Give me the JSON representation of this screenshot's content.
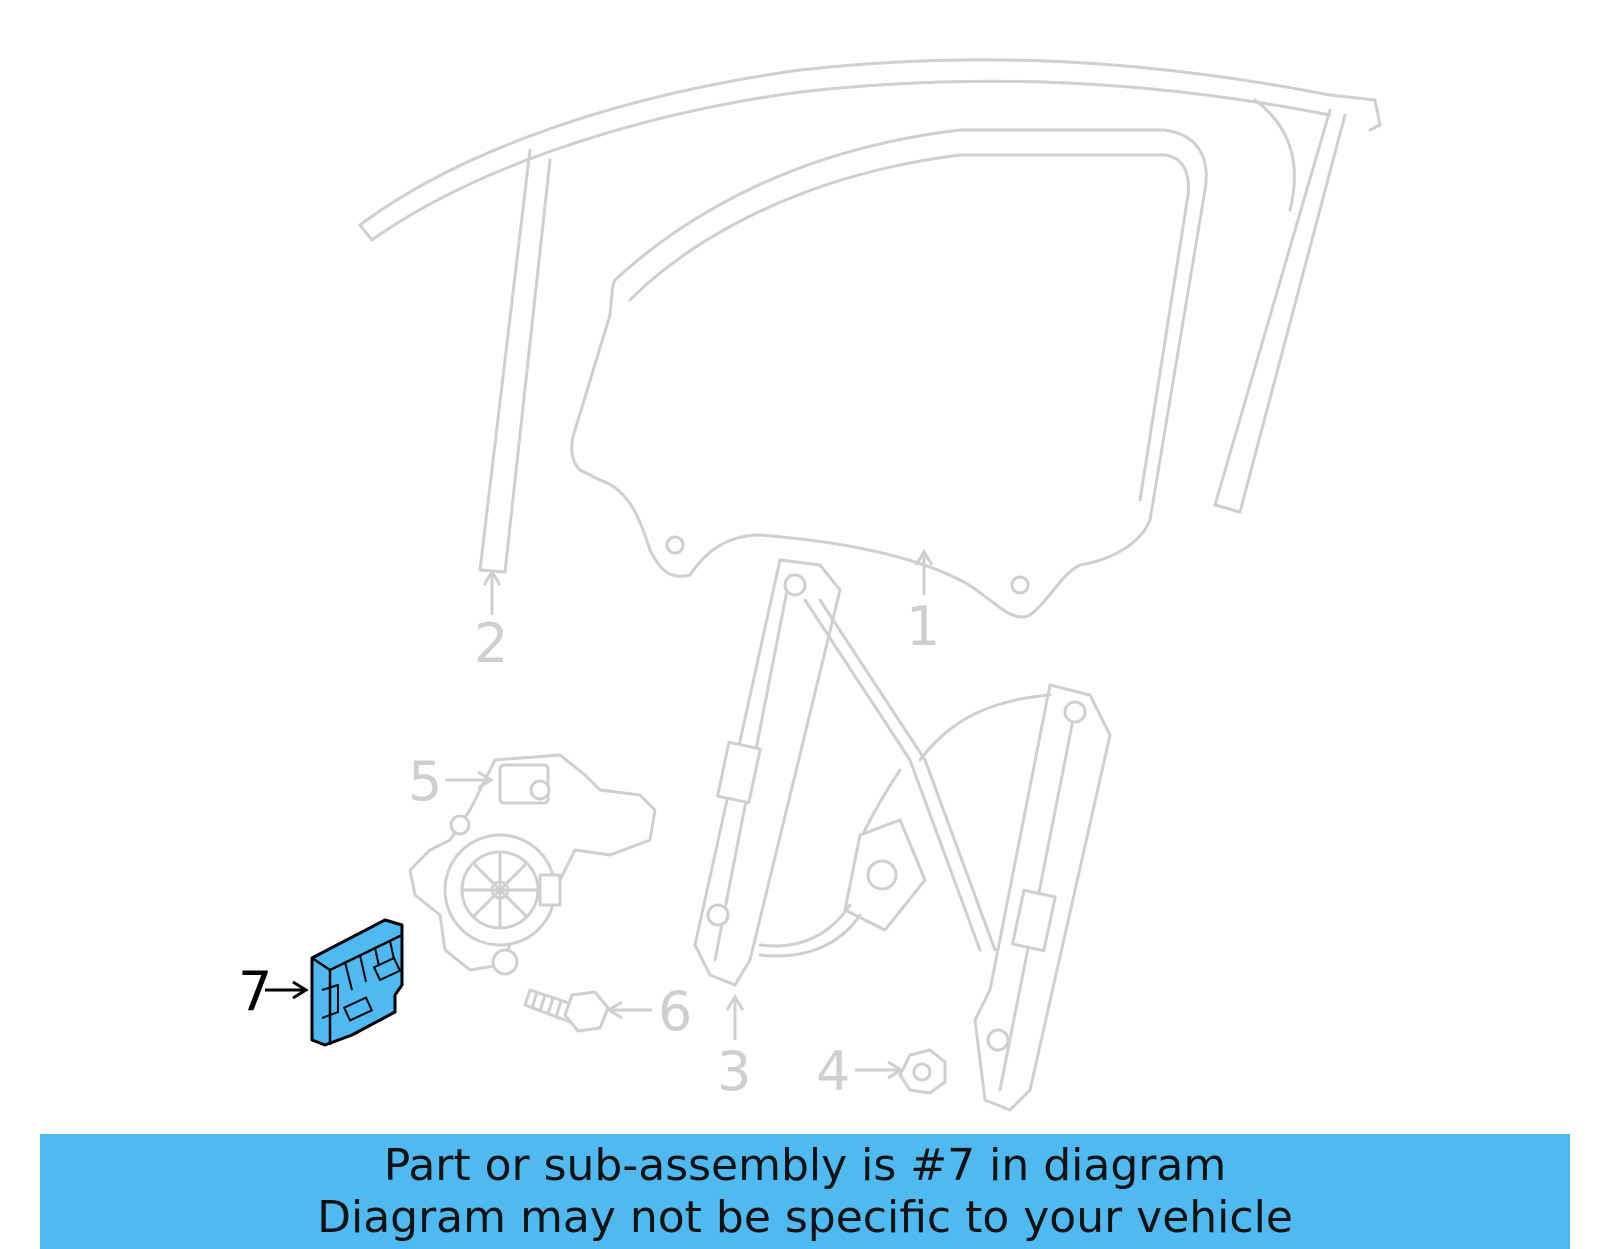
{
  "diagram": {
    "callouts": [
      {
        "id": "1",
        "label": "1",
        "highlighted": false
      },
      {
        "id": "2",
        "label": "2",
        "highlighted": false
      },
      {
        "id": "3",
        "label": "3",
        "highlighted": false
      },
      {
        "id": "4",
        "label": "4",
        "highlighted": false
      },
      {
        "id": "5",
        "label": "5",
        "highlighted": false
      },
      {
        "id": "6",
        "label": "6",
        "highlighted": false
      },
      {
        "id": "7",
        "label": "7",
        "highlighted": true
      }
    ],
    "colors": {
      "line_art": "#cfcfcf",
      "highlight_fill": "#4fbaf2",
      "highlight_stroke": "#000000"
    }
  },
  "banner": {
    "line1": "Part or sub-assembly is #7 in diagram",
    "line2": "Diagram may not be specific to your vehicle",
    "background": "#4fbaf2"
  }
}
